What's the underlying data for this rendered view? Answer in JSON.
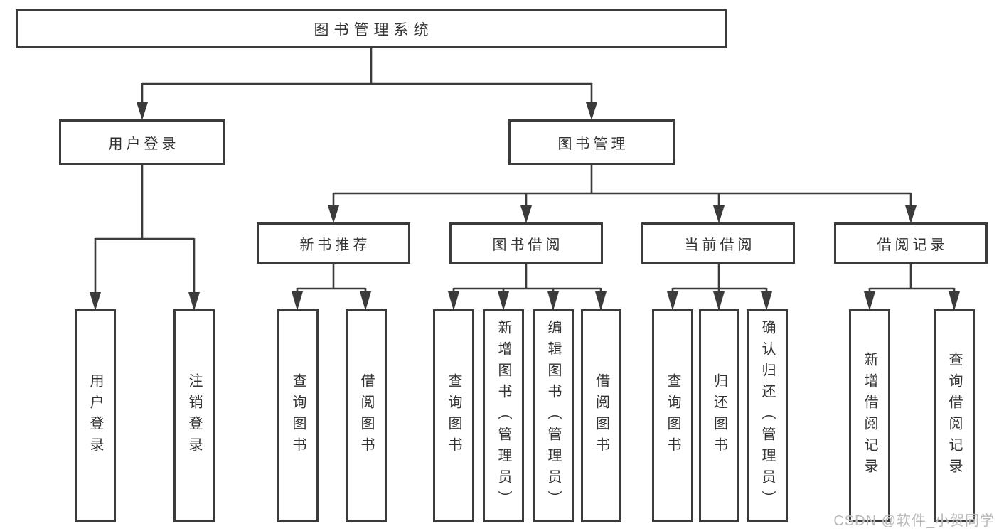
{
  "diagram": {
    "type": "hierarchy-tree",
    "colors": {
      "line": "#3b3b3b",
      "border": "#3b3b3b",
      "text": "#333333",
      "background": "#ffffff",
      "watermark": "#b9b9b9"
    },
    "tree": {
      "label": "图书管理系统",
      "children": [
        {
          "label": "用户登录",
          "children": [
            {
              "label": "用户登录"
            },
            {
              "label": "注销登录"
            }
          ]
        },
        {
          "label": "图书管理",
          "children": [
            {
              "label": "新书推荐",
              "children": [
                {
                  "label": "查询图书"
                },
                {
                  "label": "借阅图书"
                }
              ]
            },
            {
              "label": "图书借阅",
              "children": [
                {
                  "label": "查询图书"
                },
                {
                  "label": "新增图书（管理员）"
                },
                {
                  "label": "编辑图书（管理员）"
                },
                {
                  "label": "借阅图书"
                }
              ]
            },
            {
              "label": "当前借阅",
              "children": [
                {
                  "label": "查询图书"
                },
                {
                  "label": "归还图书"
                },
                {
                  "label": "确认归还（管理员）"
                }
              ]
            },
            {
              "label": "借阅记录",
              "children": [
                {
                  "label": "新增借阅记录"
                },
                {
                  "label": "查询借阅记录"
                }
              ]
            }
          ]
        }
      ]
    },
    "watermark": {
      "text": "CSDN @软件_小贺同学"
    }
  }
}
